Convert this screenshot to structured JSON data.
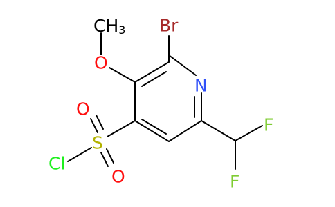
{
  "colors": {
    "bond": "#000000",
    "carbon_text": "#000000",
    "bromine": "#A62929",
    "oxygen": "#FF0D0D",
    "nitrogen": "#3050F8",
    "sulfur": "#B2B200",
    "chlorine": "#1FF01F",
    "fluorine": "#7FCC33",
    "background": "#FFFFFF"
  },
  "labels": {
    "methyl": "CH",
    "methyl_subscript": "3",
    "bromine": "Br",
    "oxygen_ether": "O",
    "nitrogen": "N",
    "sulfur": "S",
    "oxygen_s_top": "O",
    "oxygen_s_bottom": "O",
    "chlorine": "Cl",
    "fluorine_top": "F",
    "fluorine_bottom": "F"
  }
}
